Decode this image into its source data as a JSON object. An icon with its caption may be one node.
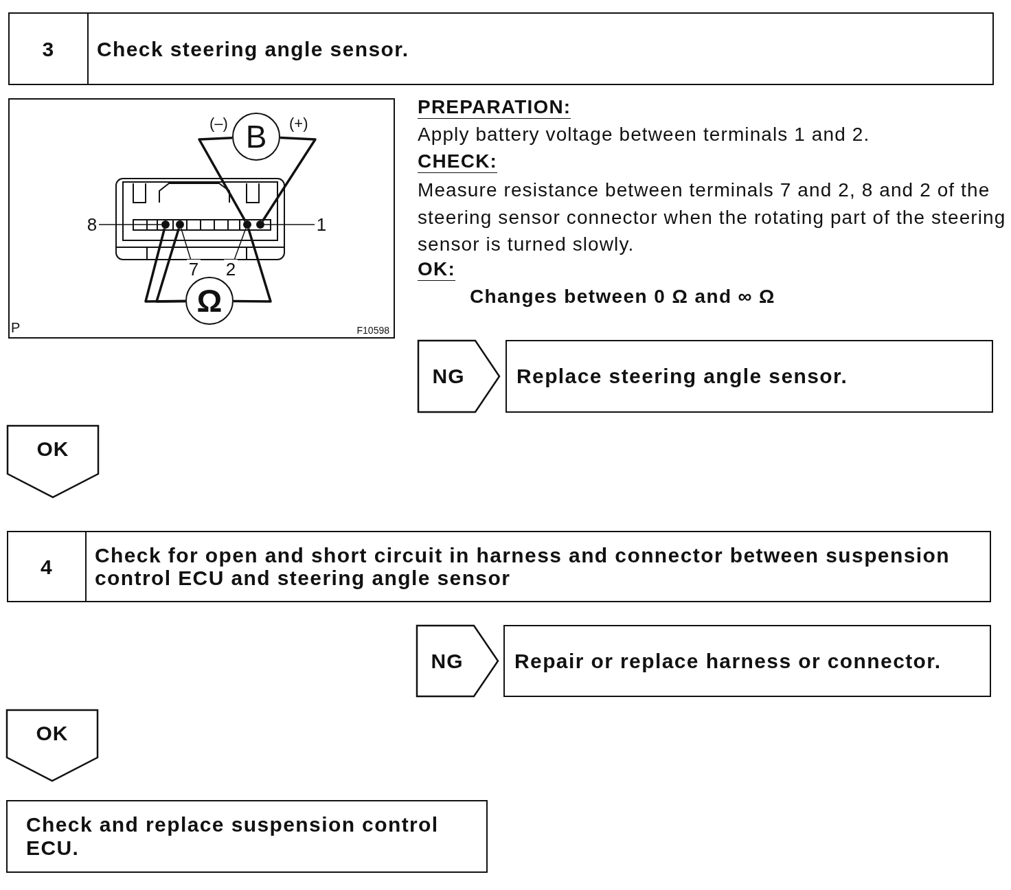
{
  "diagram": {
    "nodes": [
      {
        "text": [
          "3",
          "Check steering angle sensor."
        ]
      },
      {
        "text": [
          "P",
          "F10598"
        ]
      },
      {
        "text": [
          "B"
        ],
        "in": 1
      },
      {
        "text": [
          "Ω"
        ],
        "in": 1
      },
      {
        "text": [],
        "shape": "circle",
        "in": 1
      },
      {
        "text": [],
        "shape": "circle",
        "in": 1
      },
      {
        "text": [],
        "shape": "circle",
        "in": 1
      },
      {
        "text": [],
        "shape": "circle",
        "in": 1
      },
      {
        "text": [
          "8"
        ],
        "in": 1
      },
      {
        "text": [
          "1"
        ],
        "in": 1
      },
      {
        "text": [
          "7"
        ],
        "in": 1
      },
      {
        "text": [
          "2"
        ],
        "in": 1
      },
      {
        "text": [
          "NG"
        ]
      },
      {
        "text": [
          "Replace steering angle sensor."
        ]
      },
      {
        "text": [
          "OK"
        ]
      },
      {
        "text": [
          "4",
          "Check for open and short circuit in harness and connector between suspension control ECU and steering angle sensor"
        ]
      },
      {
        "text": [
          "NG"
        ]
      },
      {
        "text": [
          "Repair or replace harness or connector."
        ]
      },
      {
        "text": [
          "OK"
        ]
      },
      {
        "text": [
          "Check and replace suspension control ECU."
        ]
      }
    ],
    "edges": [
      {
        "from": 2,
        "to": 6,
        "arrow": "none"
      },
      {
        "from": 2,
        "to": 7,
        "arrow": "none"
      },
      {
        "from": 3,
        "to": 4,
        "arrow": "none"
      },
      {
        "from": 3,
        "to": 5,
        "arrow": "none"
      },
      {
        "from": 3,
        "to": 6,
        "arrow": "none"
      },
      {
        "from": 8,
        "to": 4,
        "arrow": "none"
      },
      {
        "from": 9,
        "to": 7,
        "arrow": "none"
      },
      {
        "from": 10,
        "to": 5,
        "arrow": "none"
      },
      {
        "from": 11,
        "to": 6,
        "arrow": "none"
      }
    ],
    "labels": [
      "(–)",
      "(+)",
      "PREPARATION:",
      "Apply battery voltage between terminals 1 and 2.",
      "CHECK:",
      "Measure resistance between terminals 7 and 2, 8 and 2 of the steering sensor connector when the rotating part of the steering sensor is turned slowly.",
      "OK:",
      "Changes between 0 Ω and ∞ Ω"
    ]
  }
}
